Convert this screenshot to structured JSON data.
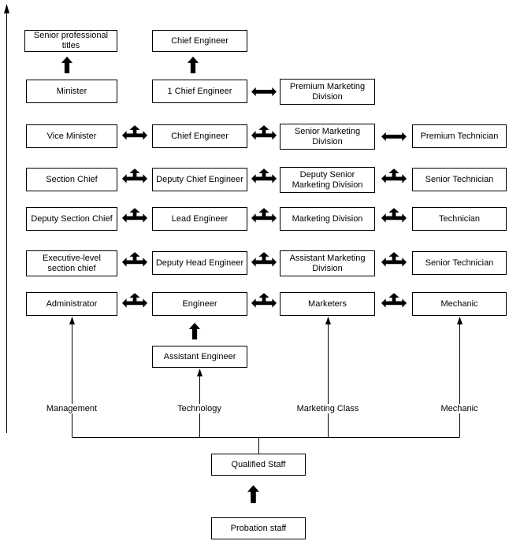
{
  "boxes": {
    "senior_professional_titles": "Senior professional titles",
    "chief_engineer_top": "Chief Engineer",
    "minister": "Minister",
    "chief_engineer_1": "1 Chief Engineer",
    "premium_marketing_division": "Premium Marketing Division",
    "vice_minister": "Vice Minister",
    "chief_engineer": "Chief Engineer",
    "senior_marketing_division": "Senior Marketing Division",
    "premium_technician": "Premium Technician",
    "section_chief": "Section Chief",
    "deputy_chief_engineer": "Deputy Chief Engineer",
    "deputy_senior_marketing_division": "Deputy Senior Marketing Division",
    "senior_technician_upper": "Senior Technician",
    "deputy_section_chief": "Deputy Section Chief",
    "lead_engineer": "Lead Engineer",
    "marketing_division": "Marketing Division",
    "technician": "Technician",
    "executive_section_chief": "Executive-level section chief",
    "deputy_head_engineer": "Deputy Head Engineer",
    "assistant_marketing_division": "Assistant Marketing Division",
    "senior_technician_lower": "Senior Technician",
    "administrator": "Administrator",
    "engineer": "Engineer",
    "marketers": "Marketers",
    "mechanic": "Mechanic",
    "assistant_engineer": "Assistant Engineer",
    "qualified_staff": "Qualified Staff",
    "probation_staff": "Probation staff"
  },
  "tracks": {
    "management": "Management",
    "technology": "Technology",
    "marketing_class": "Marketing Class",
    "mechanic": "Mechanic"
  }
}
